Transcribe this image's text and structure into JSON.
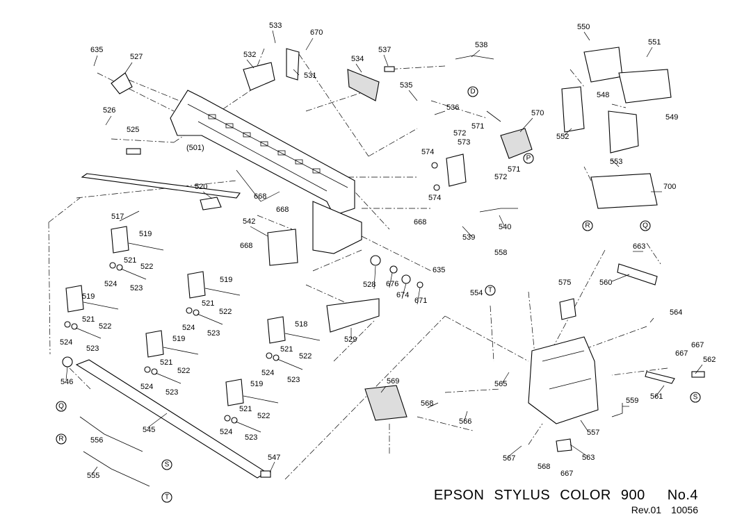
{
  "title": {
    "brand": "EPSON",
    "model_words": [
      "STYLUS",
      "COLOR",
      "900"
    ],
    "sheet_no": "No.4",
    "revision": "Rev.01",
    "doc_code": "10056"
  },
  "part_labels": [
    "533",
    "670",
    "635",
    "527",
    "532",
    "531",
    "534",
    "537",
    "538",
    "550",
    "551",
    "526",
    "535",
    "536",
    "548",
    "570",
    "525",
    "572",
    "571",
    "549",
    "552",
    "501",
    "573",
    "574",
    "553",
    "520",
    "668",
    "700",
    "517",
    "542",
    "540",
    "519",
    "521",
    "522",
    "539",
    "524",
    "523",
    "518",
    "528",
    "676",
    "674",
    "671",
    "558",
    "663",
    "575",
    "560",
    "554",
    "564",
    "529",
    "546",
    "569",
    "565",
    "568",
    "566",
    "667",
    "562",
    "561",
    "545",
    "556",
    "559",
    "567",
    "557",
    "563",
    "547",
    "555"
  ],
  "connector_marks": [
    "D",
    "P",
    "R",
    "Q",
    "T",
    "S"
  ]
}
